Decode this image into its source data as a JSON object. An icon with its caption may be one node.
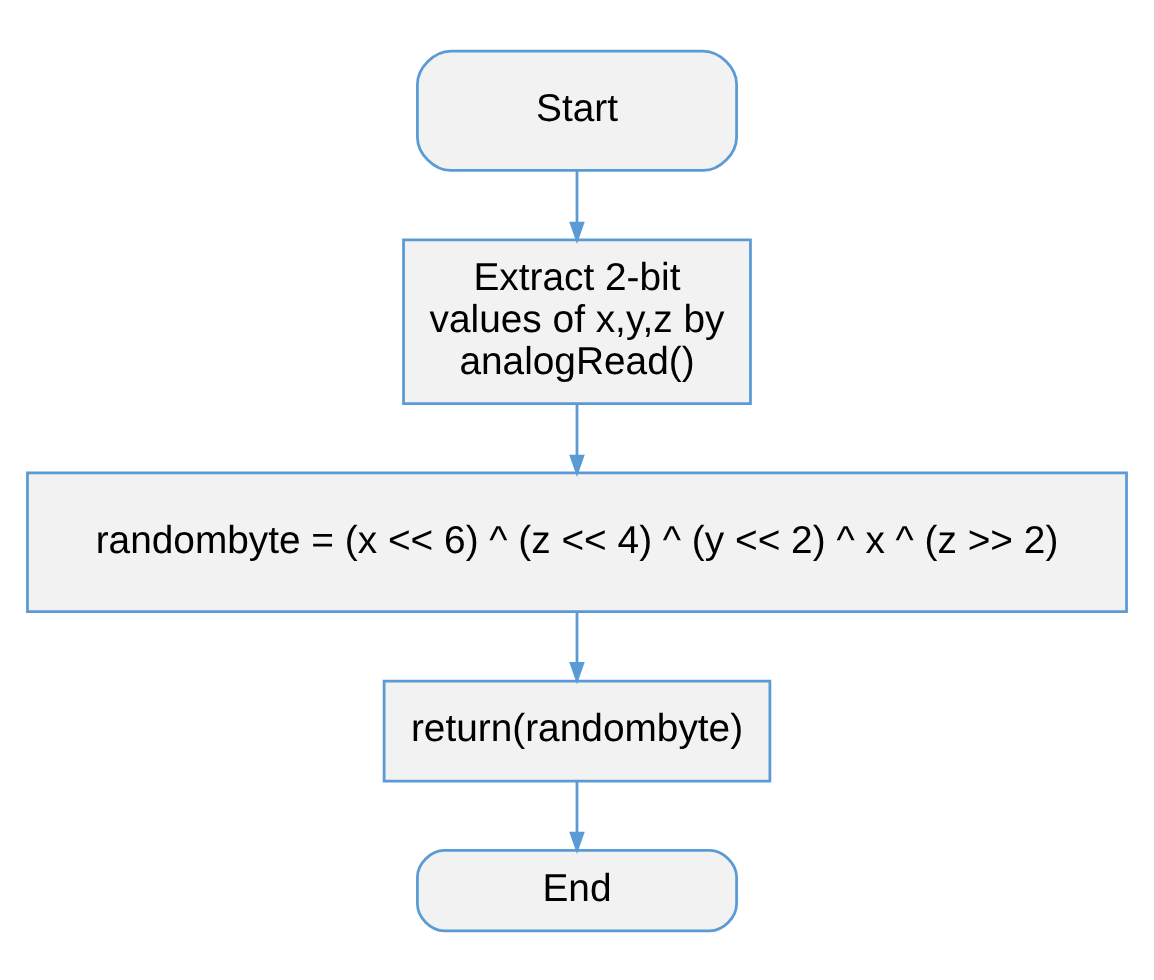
{
  "diagram": {
    "nodes": [
      {
        "text": [
          "Start"
        ]
      },
      {
        "text": [
          "Extract 2-bit values of x,y,z by analogRead()"
        ]
      },
      {
        "text": [
          "randombyte = (x << 6) ^ (z << 4) ^ (y << 2) ^ x ^ (z >> 2)"
        ]
      },
      {
        "text": [
          "return(randombyte)"
        ]
      },
      {
        "text": [
          "End"
        ]
      }
    ],
    "edges": [
      {
        "from": 0,
        "to": 1,
        "arrow": "to"
      },
      {
        "from": 1,
        "to": 2,
        "arrow": "to"
      },
      {
        "from": 2,
        "to": 3,
        "arrow": "to"
      },
      {
        "from": 3,
        "to": 4,
        "arrow": "to"
      }
    ]
  }
}
